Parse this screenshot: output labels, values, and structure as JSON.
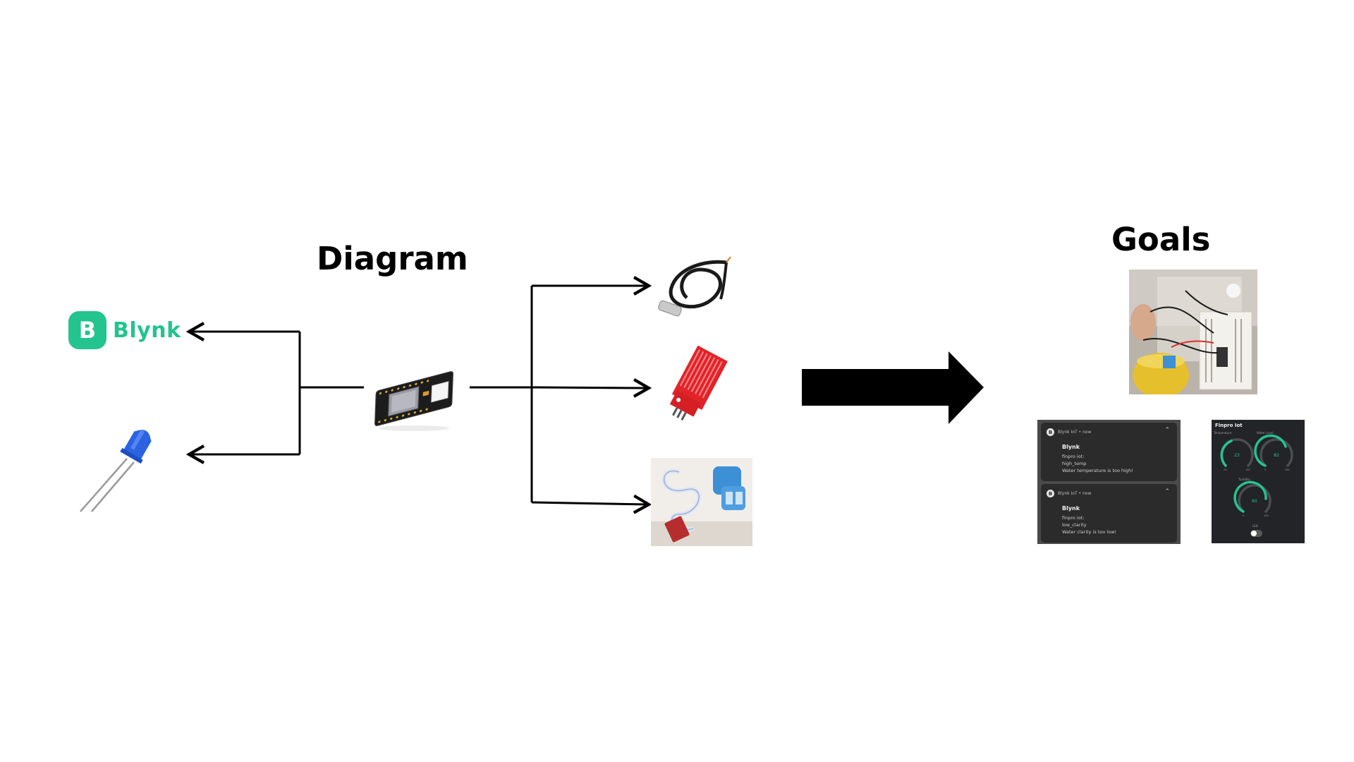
{
  "titles": {
    "diagram": "Diagram",
    "goals": "Goals"
  },
  "blynk_logo": {
    "badge": "B",
    "word": "Blynk",
    "color": "#23c48e"
  },
  "notifications": [
    {
      "source": "Blynk IoT • now",
      "app": "Blynk",
      "lines": [
        "finpro iot:",
        "high_temp",
        "Water temperature is too high!"
      ]
    },
    {
      "source": "Blynk IoT • now",
      "app": "Blynk",
      "lines": [
        "finpro iot:",
        "low_clarity",
        "Water clarity is too low!"
      ]
    }
  ],
  "dashboard": {
    "title": "Finpro Iot",
    "gauges": [
      {
        "label": "Temperature",
        "value": "23",
        "min": "-10",
        "max": "100"
      },
      {
        "label": "Water Level",
        "value": "82",
        "min": "0",
        "max": "100"
      },
      {
        "label": "Turbidity",
        "value": "60",
        "min": "0",
        "max": "100"
      }
    ],
    "toggle_label": "LED"
  },
  "icons": {
    "controller": "esp32-board-icon",
    "led": "blue-led-icon",
    "temperature_sensor": "ds18b20-probe-icon",
    "water_level_sensor": "water-level-sensor-icon",
    "turbidity_sensor": "turbidity-sensor-icon",
    "arrow": "big-right-arrow-icon"
  }
}
